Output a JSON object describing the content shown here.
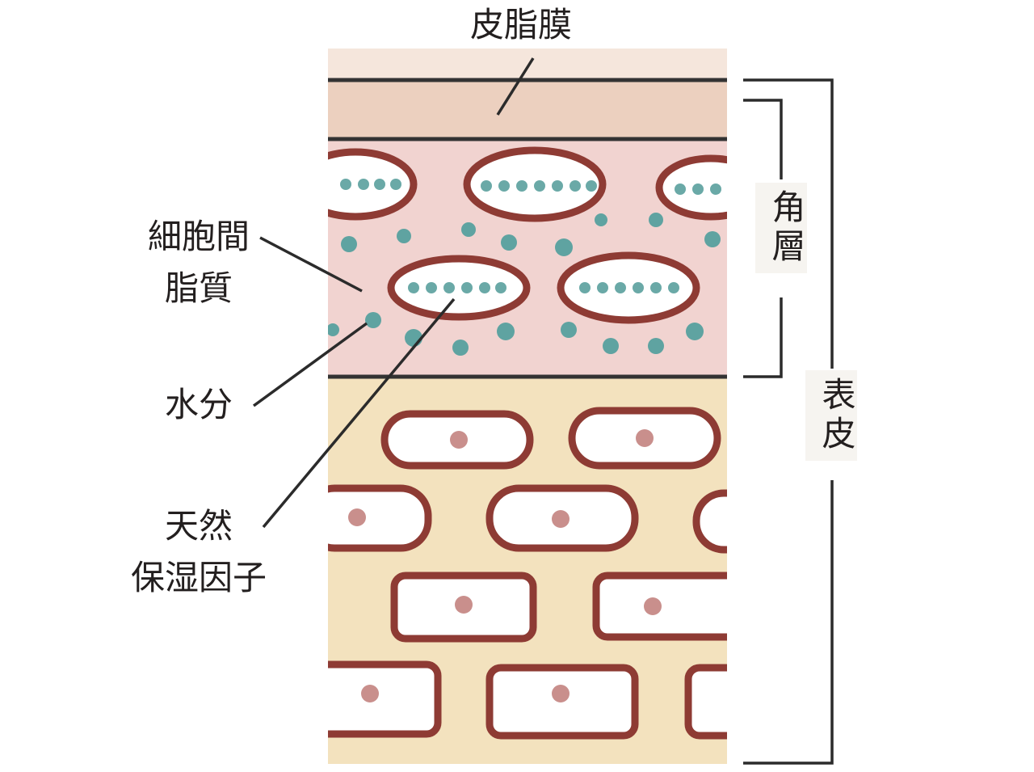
{
  "labels": {
    "sebum_membrane": "皮脂膜",
    "intercellular_lipid": [
      "細胞間",
      "脂質"
    ],
    "moisture": "水分",
    "nmf": [
      "天然",
      "保湿因子"
    ],
    "stratum_corneum": "角層",
    "epidermis": "表皮"
  },
  "colors": {
    "sebum_layer": "#ecd0bf",
    "horny_layer": "#f1d3d0",
    "epidermis_layer": "#f3e2be",
    "cell_outline": "#8e3b34",
    "cell_fill": "#ffffff",
    "nucleus": "#c98f8c",
    "water_dot": "#5fa3a1",
    "line": "#2b2b2b"
  }
}
